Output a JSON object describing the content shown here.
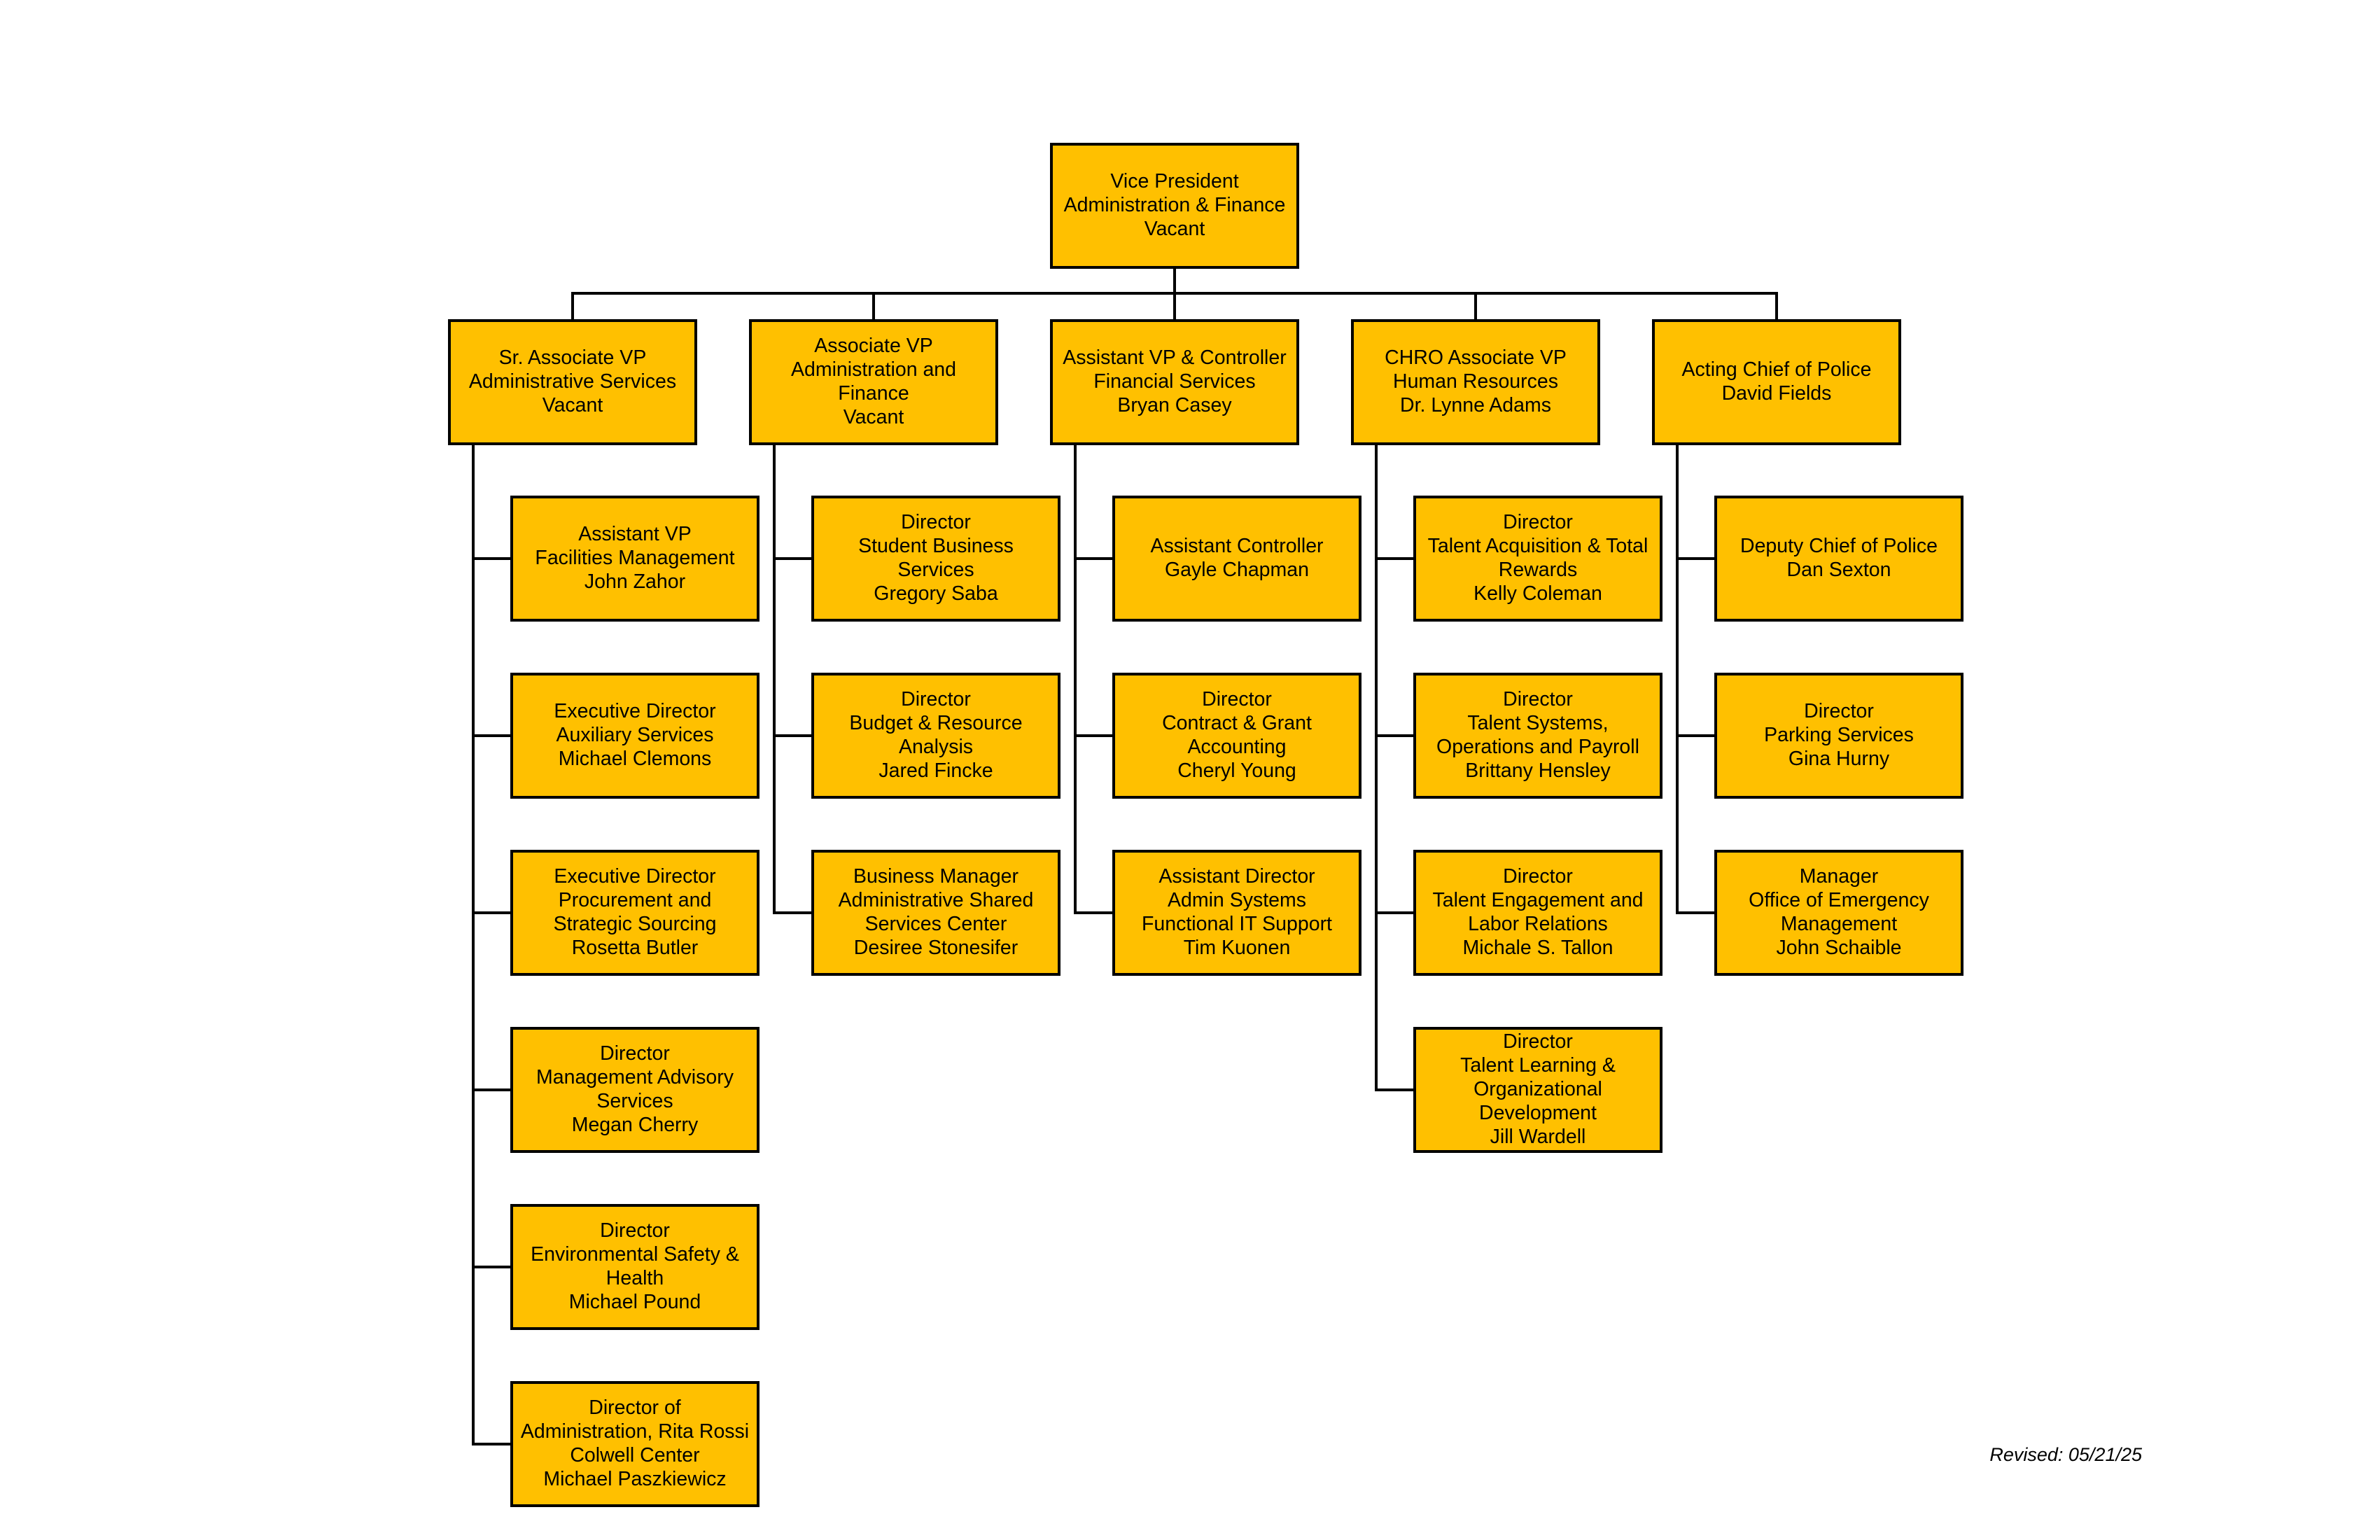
{
  "chart": {
    "root": {
      "lines": [
        "Vice President",
        "Administration & Finance",
        "Vacant"
      ]
    },
    "columns": [
      {
        "head": {
          "lines": [
            "Sr. Associate VP",
            "Administrative Services",
            "Vacant"
          ]
        },
        "reports": [
          {
            "lines": [
              "Assistant VP",
              "Facilities Management",
              "John Zahor"
            ]
          },
          {
            "lines": [
              "Executive Director",
              "Auxiliary Services",
              "Michael Clemons"
            ]
          },
          {
            "lines": [
              "Executive Director",
              "Procurement and",
              "Strategic Sourcing",
              "Rosetta Butler"
            ]
          },
          {
            "lines": [
              "Director",
              "Management Advisory",
              "Services",
              "Megan Cherry"
            ]
          },
          {
            "lines": [
              "Director",
              "Environmental Safety &",
              "Health",
              "Michael Pound"
            ]
          },
          {
            "lines": [
              "Director of",
              "Administration, Rita Rossi",
              "Colwell Center",
              "Michael Paszkiewicz"
            ]
          }
        ]
      },
      {
        "head": {
          "lines": [
            "Associate VP",
            "Administration and",
            "Finance",
            "Vacant"
          ]
        },
        "reports": [
          {
            "lines": [
              "Director",
              "Student Business",
              "Services",
              "Gregory Saba"
            ]
          },
          {
            "lines": [
              "Director",
              "Budget & Resource",
              "Analysis",
              "Jared Fincke"
            ]
          },
          {
            "lines": [
              "Business Manager",
              "Administrative Shared",
              "Services Center",
              "Desiree Stonesifer"
            ]
          }
        ]
      },
      {
        "head": {
          "lines": [
            "Assistant VP & Controller",
            "Financial Services",
            "Bryan Casey"
          ]
        },
        "reports": [
          {
            "lines": [
              "Assistant Controller",
              "Gayle Chapman"
            ]
          },
          {
            "lines": [
              "Director",
              "Contract & Grant",
              "Accounting",
              "Cheryl Young"
            ]
          },
          {
            "lines": [
              "Assistant Director",
              "Admin Systems",
              "Functional IT Support",
              "Tim Kuonen"
            ]
          }
        ]
      },
      {
        "head": {
          "lines": [
            "CHRO Associate VP",
            "Human Resources",
            "Dr. Lynne Adams"
          ]
        },
        "reports": [
          {
            "lines": [
              "Director",
              "Talent Acquisition & Total",
              "Rewards",
              "Kelly Coleman"
            ]
          },
          {
            "lines": [
              "Director",
              "Talent Systems,",
              "Operations and Payroll",
              "Brittany Hensley"
            ]
          },
          {
            "lines": [
              "Director",
              "Talent Engagement and",
              "Labor Relations",
              "Michale S. Tallon"
            ]
          },
          {
            "lines": [
              "Director",
              "Talent Learning &",
              "Organizational",
              "Development",
              "Jill Wardell"
            ]
          }
        ]
      },
      {
        "head": {
          "lines": [
            "Acting Chief of Police",
            "David Fields"
          ]
        },
        "reports": [
          {
            "lines": [
              "Deputy Chief of Police",
              "Dan Sexton"
            ]
          },
          {
            "lines": [
              "Director",
              "Parking Services",
              "Gina Hurny"
            ]
          },
          {
            "lines": [
              "Manager",
              "Office of Emergency",
              "Management",
              "John Schaible"
            ]
          }
        ]
      }
    ]
  },
  "revised": "Revised: 05/21/25",
  "colors": {
    "box_fill": "#FFC000",
    "box_border": "#000000",
    "connector": "#000000",
    "text": "#000000"
  }
}
